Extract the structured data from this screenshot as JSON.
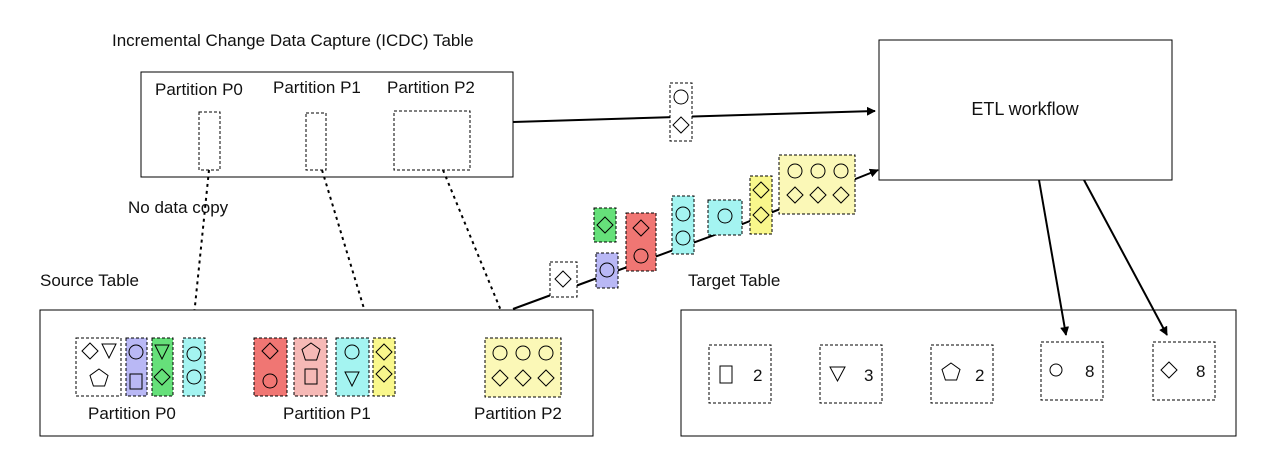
{
  "icdc": {
    "title": "Incremental Change Data Capture (ICDC) Table",
    "partitions": [
      "Partition P0",
      "Partition P1",
      "Partition P2"
    ]
  },
  "etl": {
    "label": "ETL workflow"
  },
  "annotation": {
    "no_copy": "No data copy"
  },
  "source": {
    "title": "Source Table",
    "partitions": [
      "Partition P0",
      "Partition P1",
      "Partition P2"
    ]
  },
  "target": {
    "title": "Target Table",
    "items": [
      {
        "shape": "rectangle-icon",
        "count": "2"
      },
      {
        "shape": "triangle-icon",
        "count": "3"
      },
      {
        "shape": "pentagon-icon",
        "count": "2"
      },
      {
        "shape": "circle-icon",
        "count": "8"
      },
      {
        "shape": "diamond-icon",
        "count": "8"
      }
    ]
  },
  "colors": {
    "purple": "#b9b8f5",
    "green": "#66e07a",
    "cyan": "#a4f4f1",
    "red": "#f07673",
    "pink": "#f6b9b6",
    "yellow": "#f9f78c",
    "light_yellow": "#fbf8b7"
  }
}
